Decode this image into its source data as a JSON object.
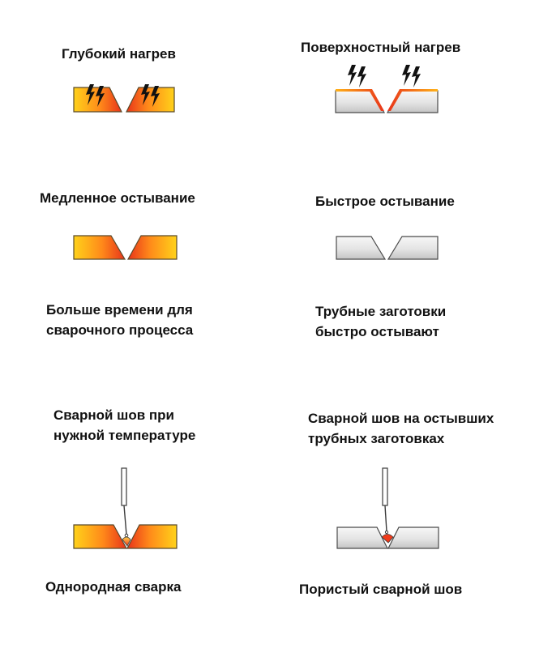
{
  "left": {
    "heating_label": "Глубокий нагрев",
    "cooling_label": "Медленное остывание",
    "result_line1": "Больше времени для",
    "result_line2": "сварочного процесса",
    "weld_line1": "Сварной шов при",
    "weld_line2": "нужной температуре",
    "outcome_label": "Однородная сварка"
  },
  "right": {
    "heating_label": "Поверхностный нагрев",
    "cooling_label": "Быстрое остывание",
    "result_line1": "Трубные заготовки",
    "result_line2": "быстро остывают",
    "weld_line1": "Сварной шов на остывших",
    "weld_line2": "трубных заготовках",
    "outcome_label": "Пористый сварной шов"
  },
  "icons": {
    "heat": "lightning-bolt-icon",
    "electrode": "welding-electrode-icon"
  },
  "colors": {
    "hot_light": "#ffd21a",
    "hot_mid": "#ff8a1a",
    "hot_dark": "#e8341a",
    "cold_light": "#f7f7f7",
    "cold_dark": "#c4c4c4",
    "weld_pool": "#f03a1a",
    "outline": "#4a4a4a"
  }
}
